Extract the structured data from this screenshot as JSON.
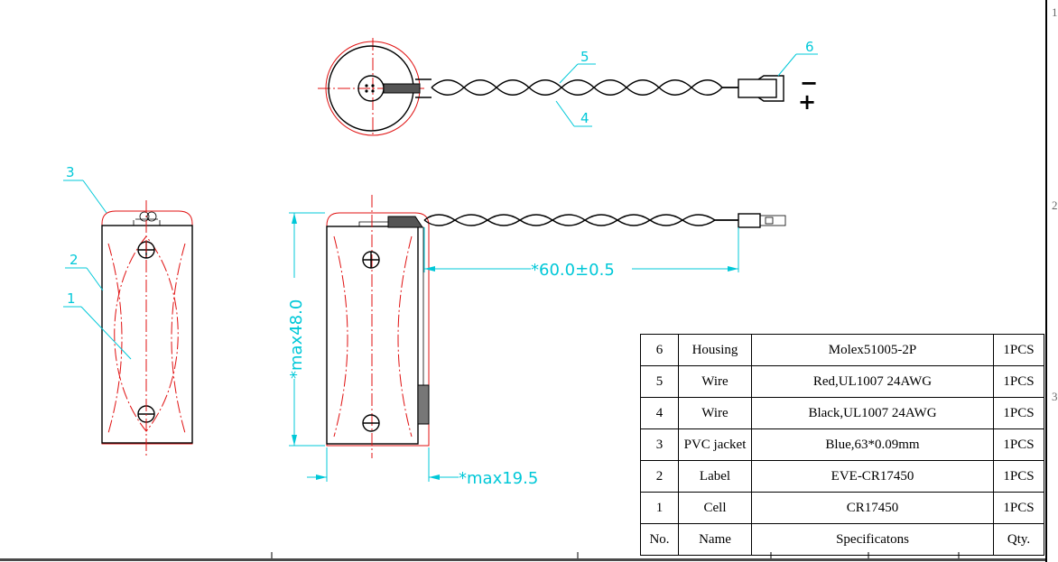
{
  "callouts": {
    "c1": "1",
    "c2": "2",
    "c3": "3",
    "c4": "4",
    "c5": "5",
    "c6": "6"
  },
  "polarity": {
    "neg": "−",
    "pos": "+"
  },
  "dimensions": {
    "wire_length": "*60.0±0.5",
    "height": "*max48.0",
    "width": "*max19.5"
  },
  "zones": {
    "z1": "1",
    "z2": "2",
    "z3": "3"
  },
  "bom": {
    "rows": [
      {
        "no": "6",
        "name": "Housing",
        "spec": "Molex51005-2P",
        "qty": "1PCS"
      },
      {
        "no": "5",
        "name": "Wire",
        "spec": "Red,UL1007 24AWG",
        "qty": "1PCS"
      },
      {
        "no": "4",
        "name": "Wire",
        "spec": "Black,UL1007 24AWG",
        "qty": "1PCS"
      },
      {
        "no": "3",
        "name": "PVC jacket",
        "spec": "Blue,63*0.09mm",
        "qty": "1PCS"
      },
      {
        "no": "2",
        "name": "Label",
        "spec": "EVE-CR17450",
        "qty": "1PCS"
      },
      {
        "no": "1",
        "name": "Cell",
        "spec": "CR17450",
        "qty": "1PCS"
      }
    ],
    "header": {
      "no": "No.",
      "name": "Name",
      "spec": "Specificatons",
      "qty": "Qty."
    }
  },
  "colors": {
    "dimension": "#00c8d8",
    "jacket_outline": "#e01010",
    "line": "#000000"
  }
}
